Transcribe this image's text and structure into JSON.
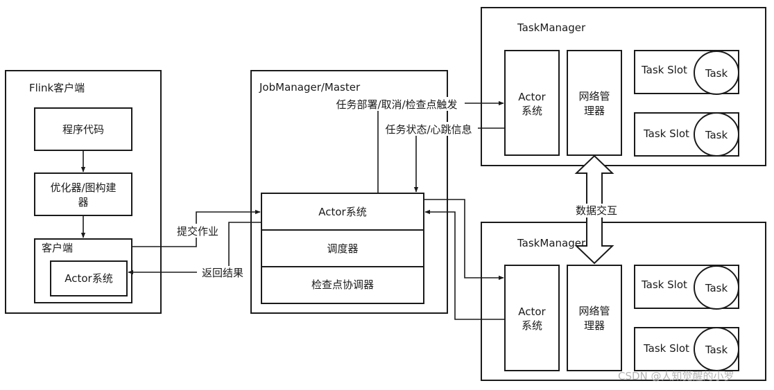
{
  "flink_client": {
    "title": "Flink客户端",
    "program_code": "程序代码",
    "optimizer_line1": "优化器/图构建",
    "optimizer_line2": "器",
    "client": "客户端",
    "actor_system": "Actor系统"
  },
  "jobmanager": {
    "title": "JobManager/Master",
    "actor_system": "Actor系统",
    "scheduler": "调度器",
    "checkpoint_coordinator": "检查点协调器"
  },
  "taskmanager_top": {
    "title": "TaskManager",
    "actor_line1": "Actor",
    "actor_line2": "系统",
    "network_line1": "网络管",
    "network_line2": "理器",
    "slot1_label": "Task Slot",
    "slot1_task": "Task",
    "slot2_label": "Task Slot",
    "slot2_task": "Task"
  },
  "taskmanager_bottom": {
    "title": "TaskManager",
    "actor_line1": "Actor",
    "actor_line2": "系统",
    "network_line1": "网络管",
    "network_line2": "理器",
    "slot1_label": "Task Slot",
    "slot1_task": "Task",
    "slot2_label": "Task Slot",
    "slot2_task": "Task"
  },
  "edges": {
    "submit_job": "提交作业",
    "return_result": "返回结果",
    "task_deploy": "任务部署/取消/检查点触发",
    "task_status": "任务状态/心跳信息",
    "data_exchange": "数据交互"
  },
  "watermark": "CSDN @人知觉醒的小罗",
  "colors": {
    "stroke": "#1a1a1a",
    "background": "#ffffff",
    "watermark": "#b5b5b5"
  }
}
